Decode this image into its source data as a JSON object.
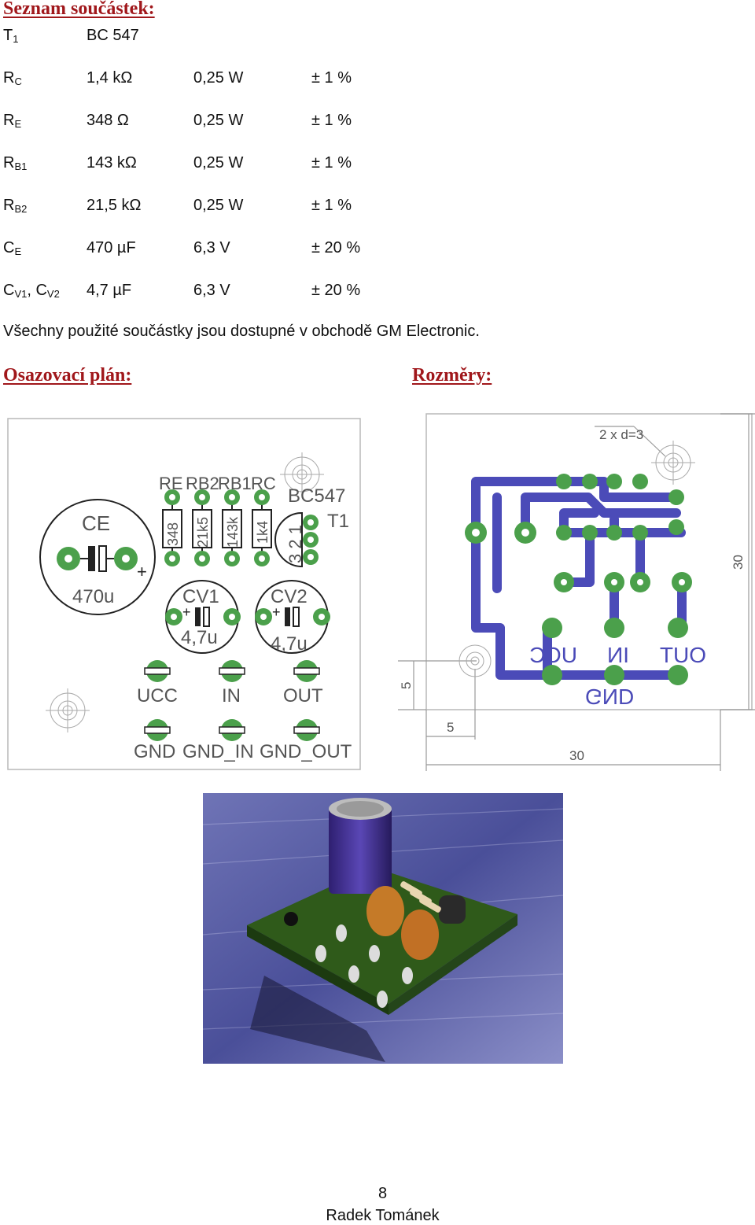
{
  "headings": {
    "parts_list": "Seznam součástek:",
    "placement": "Osazovací plán:",
    "dimensions": "Rozměry:"
  },
  "parts": [
    {
      "ref": "T",
      "sub": "1",
      "ref2": "",
      "sub2": "",
      "value": "BC 547",
      "rating": "",
      "tolerance": ""
    },
    {
      "ref": "R",
      "sub": "C",
      "ref2": "",
      "sub2": "",
      "value": "1,4 kΩ",
      "rating": "0,25 W",
      "tolerance": "± 1 %"
    },
    {
      "ref": "R",
      "sub": "E",
      "ref2": "",
      "sub2": "",
      "value": "348 Ω",
      "rating": "0,25 W",
      "tolerance": "± 1 %"
    },
    {
      "ref": "R",
      "sub": "B1",
      "ref2": "",
      "sub2": "",
      "value": "143 kΩ",
      "rating": "0,25 W",
      "tolerance": "± 1 %"
    },
    {
      "ref": "R",
      "sub": "B2",
      "ref2": "",
      "sub2": "",
      "value": "21,5 kΩ",
      "rating": "0,25 W",
      "tolerance": "± 1 %"
    },
    {
      "ref": "C",
      "sub": "E",
      "ref2": "",
      "sub2": "",
      "value": "470 µF",
      "rating": "6,3 V",
      "tolerance": "± 20 %"
    },
    {
      "ref": "C",
      "sub": "V1",
      "ref2": ", C",
      "sub2": "V2",
      "value": "4,7 µF",
      "rating": "6,3 V",
      "tolerance": "± 20 %"
    }
  ],
  "note": "Všechny použité součástky jsou dostupné v obchodě GM Electronic.",
  "placement_labels": {
    "re": "RE",
    "rb2": "RB2",
    "rb1": "RB1",
    "rc": "RC",
    "bc547": "BC547",
    "t1": "T1",
    "ce": "CE",
    "ce_value": "470u",
    "re_value": "348",
    "rb2_value": "21k5",
    "rb1_value": "143k",
    "rc_value": "1k4",
    "pins": "3 2 1",
    "cv1": "CV1",
    "cv2": "CV2",
    "cv_value": "4,7u",
    "ucc": "UCC",
    "in": "IN",
    "out": "OUT",
    "gnd": "GND",
    "gnd_in": "GND_IN",
    "gnd_out": "GND_OUT"
  },
  "dimension_labels": {
    "holes": "2 x d=3",
    "height": "30",
    "width": "30",
    "offset_x": "5",
    "offset_y": "5",
    "ucc": "UCC",
    "in": "IN",
    "out": "OUT",
    "gnd": "GND"
  },
  "colors": {
    "heading": "#a0171b",
    "copper_trace": "#4b4bb8",
    "pad": "#4ba04b"
  },
  "footer": {
    "page_number": "8",
    "author": "Radek Tománek"
  }
}
